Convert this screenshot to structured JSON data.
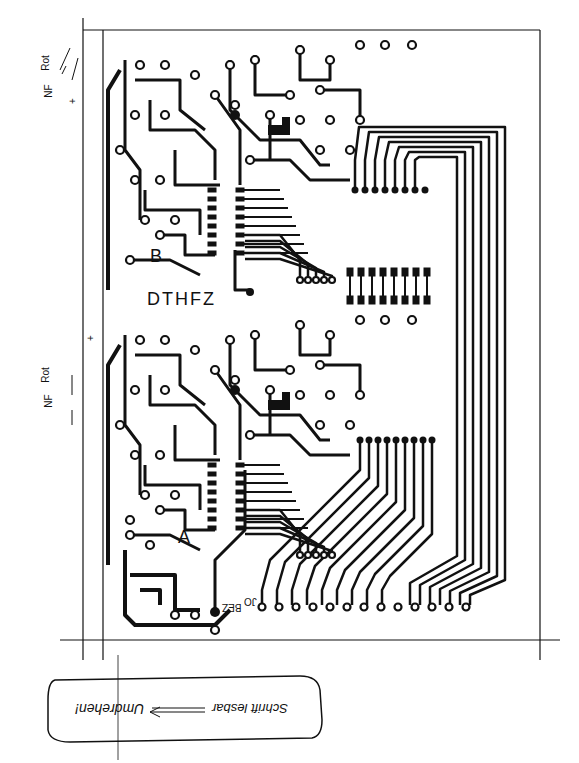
{
  "diagram": {
    "labels": [
      "B",
      "DTHFZ",
      "A",
      "BEZ",
      "JO",
      "Rot",
      "NF",
      "+",
      "Rot",
      "NF",
      "+",
      "Schrift lesbar",
      "Umdrehen!"
    ]
  }
}
